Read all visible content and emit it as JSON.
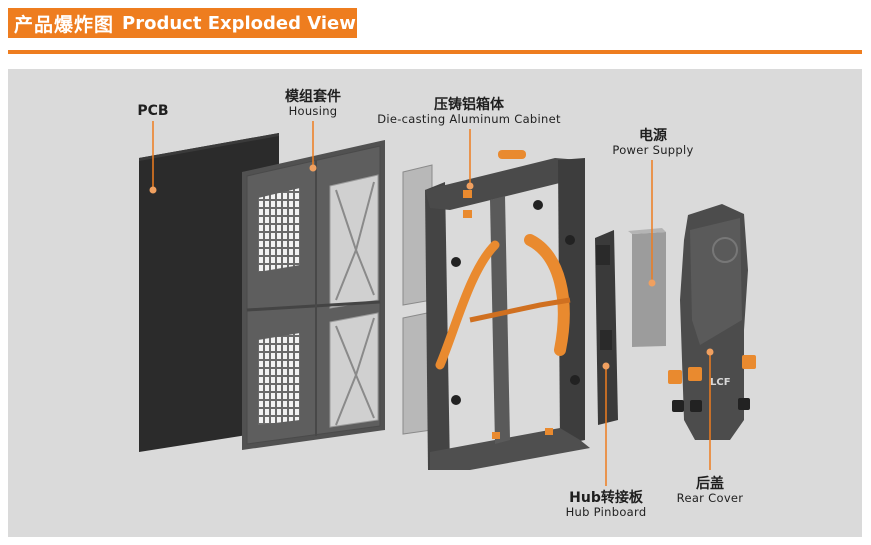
{
  "header": {
    "title_cn": "产品爆炸图",
    "title_en": "Product Exploded View",
    "accent_color": "#ee7d1f"
  },
  "components": {
    "pcb": {
      "label": "PCB"
    },
    "housing": {
      "label_cn": "模组套件",
      "label_en": "Housing"
    },
    "cabinet": {
      "label_cn": "压铸铝箱体",
      "label_en": "Die-casting Aluminum Cabinet"
    },
    "power": {
      "label_cn": "电源",
      "label_en": "Power Supply"
    },
    "hub": {
      "label_cn": "Hub转接板",
      "label_en": "Hub Pinboard"
    },
    "rear": {
      "label_cn": "后盖",
      "label_en": "Rear Cover",
      "logo_text": "LCF"
    }
  },
  "callout_color": "#ee7d1f",
  "callout_dot_color": "#f0a060"
}
